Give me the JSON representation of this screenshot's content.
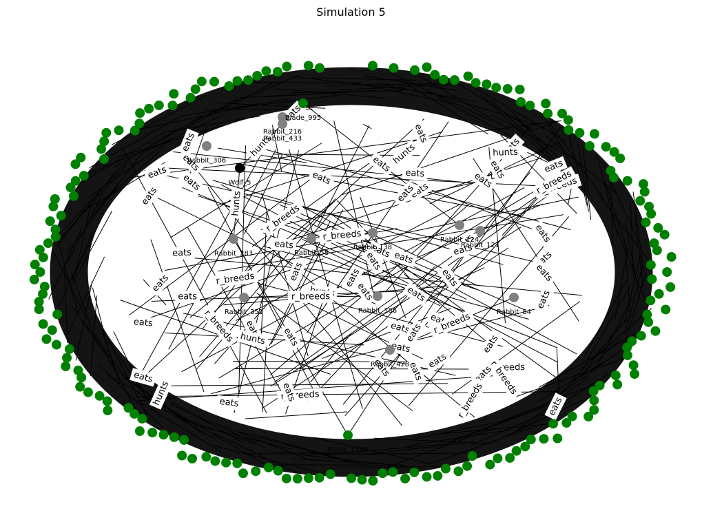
{
  "title": "Simulation 5",
  "colors": {
    "grass": "#008000",
    "rabbit": "#808080",
    "wolf": "#000000",
    "edge": "#000000",
    "background": "#ffffff"
  },
  "edge_relation_names": [
    "eats",
    "hunts",
    "r_breeds"
  ],
  "nodes": [
    {
      "id": "Wolf_5",
      "type": "wolf"
    },
    {
      "id": "Rabbit_433",
      "type": "rabbit"
    },
    {
      "id": "Rabbit_283",
      "type": "rabbit"
    },
    {
      "id": "Rabbit_58",
      "type": "rabbit"
    },
    {
      "id": "Rabbit_138",
      "type": "rabbit"
    },
    {
      "id": "Rabbit_124",
      "type": "rabbit"
    },
    {
      "id": "Rabbit_121",
      "type": "rabbit"
    },
    {
      "id": "Rabbit_84",
      "type": "rabbit"
    },
    {
      "id": "Rabbit_186",
      "type": "rabbit"
    },
    {
      "id": "Rabbit_351",
      "type": "rabbit"
    },
    {
      "id": "Rabbit_428",
      "type": "rabbit"
    },
    {
      "id": "Rabbit_216",
      "type": "rabbit"
    },
    {
      "id": "Rabbit_306",
      "type": "rabbit"
    },
    {
      "id": "Blade_1745",
      "type": "grass"
    },
    {
      "id": "Blade_995",
      "type": "grass"
    }
  ],
  "edges": [
    {
      "from": "Wolf_5",
      "to": "Rabbit_433",
      "label": "hunts"
    },
    {
      "from": "Wolf_5",
      "to": "Rabbit_283",
      "label": "hunts"
    },
    {
      "from": "Rabbit_58",
      "to": "Rabbit_138",
      "label": "r_breeds"
    },
    {
      "from": "Rabbit_186",
      "to": "Rabbit_351",
      "label": "r_breeds"
    },
    {
      "from": "Rabbit_84",
      "to": "Rabbit_428",
      "label": "r_breeds"
    },
    {
      "from": "Rabbit_433",
      "to": "Blade_995",
      "label": "eats"
    },
    {
      "from": "Rabbit_283",
      "to": "Blade_1745",
      "label": "eats"
    },
    {
      "from": "Rabbit_124",
      "to": "Blade_995",
      "label": "eats"
    },
    {
      "from": "Rabbit_121",
      "to": "Blade_1745",
      "label": "eats"
    }
  ]
}
